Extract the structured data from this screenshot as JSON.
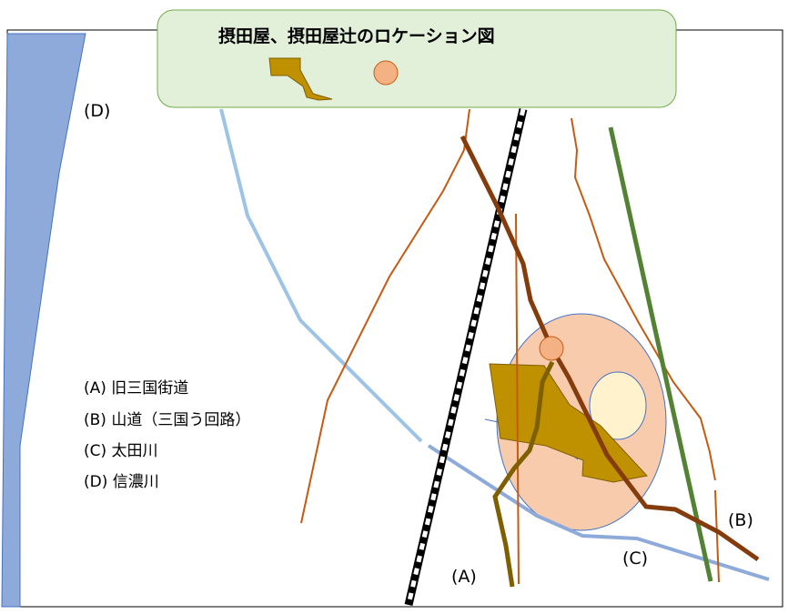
{
  "legend": {
    "title": "摂田屋、摂田屋辻のロケーション図"
  },
  "labels": {
    "d_river": "(D)",
    "a": "(A)",
    "b": "(B)",
    "c": "(C)"
  },
  "key": [
    "(A) 旧三国街道",
    "(B) 山道（三国う回路）",
    "(C) 太田川",
    "(D) 信濃川"
  ],
  "colors": {
    "river_shinano": "#8eaadb",
    "river_light": "#9dc3e6",
    "road_orange": "#c55a11",
    "road_brown": "#843c0c",
    "path_olive": "#7f6000",
    "green_line": "#548235",
    "area_orange": "#f8cbad",
    "area_cream": "#fff2cc",
    "district": "#bf9000",
    "marker": "#f4b183",
    "legend_fill": "#e2efd9",
    "legend_stroke": "#70ad47"
  }
}
